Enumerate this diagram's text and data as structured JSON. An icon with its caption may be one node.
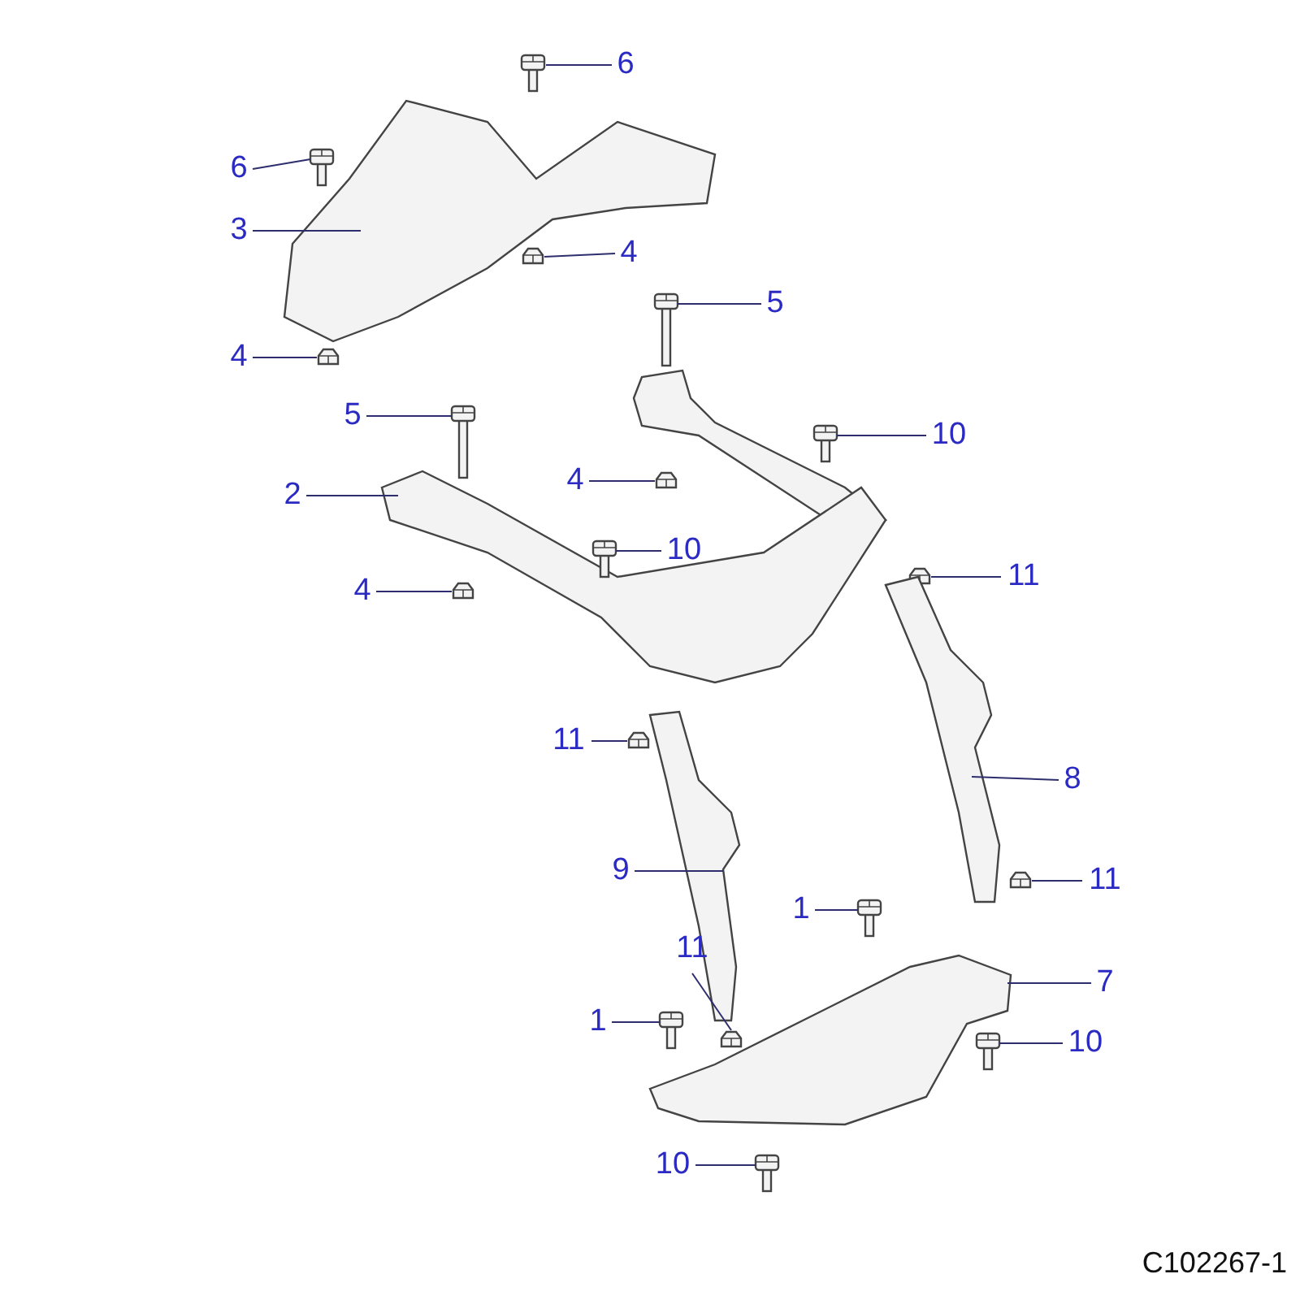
{
  "diagram": {
    "nodes": [
      {
        "text": [
          "6"
        ]
      },
      {
        "text": [
          "6"
        ]
      },
      {
        "text": [
          "3"
        ]
      },
      {
        "text": [
          "4"
        ]
      },
      {
        "text": [
          "4"
        ]
      },
      {
        "text": [
          "5"
        ]
      },
      {
        "text": [
          "5"
        ]
      },
      {
        "text": [
          "10"
        ]
      },
      {
        "text": [
          "2"
        ]
      },
      {
        "text": [
          "4"
        ]
      },
      {
        "text": [
          "10"
        ]
      },
      {
        "text": [
          "4"
        ]
      },
      {
        "text": [
          "11"
        ]
      },
      {
        "text": [
          "11"
        ]
      },
      {
        "text": [
          "8"
        ]
      },
      {
        "text": [
          "9"
        ]
      },
      {
        "text": [
          "1"
        ]
      },
      {
        "text": [
          "11"
        ]
      },
      {
        "text": [
          "11"
        ]
      },
      {
        "text": [
          "7"
        ]
      },
      {
        "text": [
          "1"
        ]
      },
      {
        "text": [
          "10"
        ]
      },
      {
        "text": [
          "10"
        ]
      },
      {
        "text": [],
        "shape": "picture"
      },
      {
        "text": [],
        "shape": "picture"
      },
      {
        "text": [],
        "shape": "picture"
      },
      {
        "text": [],
        "shape": "picture"
      },
      {
        "text": [],
        "shape": "picture"
      },
      {
        "text": [],
        "shape": "picture"
      },
      {
        "text": [],
        "shape": "picture"
      },
      {
        "text": [],
        "shape": "picture"
      },
      {
        "text": [],
        "shape": "picture"
      },
      {
        "text": [],
        "shape": "picture"
      },
      {
        "text": [],
        "shape": "picture"
      },
      {
        "text": [],
        "shape": "picture"
      },
      {
        "text": [],
        "shape": "picture"
      },
      {
        "text": [],
        "shape": "picture"
      },
      {
        "text": [],
        "shape": "picture"
      },
      {
        "text": [],
        "shape": "picture"
      },
      {
        "text": [],
        "shape": "picture"
      },
      {
        "text": [],
        "shape": "picture"
      },
      {
        "text": [],
        "shape": "picture"
      },
      {
        "text": [],
        "shape": "picture"
      },
      {
        "text": [],
        "shape": "picture"
      },
      {
        "text": [],
        "shape": "picture"
      },
      {
        "text": [],
        "shape": "picture"
      }
    ],
    "edges": [
      {
        "from": 0,
        "to": 23,
        "arrow": "none"
      },
      {
        "from": 1,
        "to": 24,
        "arrow": "none"
      },
      {
        "from": 2,
        "to": 25,
        "arrow": "none"
      },
      {
        "from": 3,
        "to": 26,
        "arrow": "none"
      },
      {
        "from": 4,
        "to": 27,
        "arrow": "none"
      },
      {
        "from": 5,
        "to": 28,
        "arrow": "none"
      },
      {
        "from": 6,
        "to": 29,
        "arrow": "none"
      },
      {
        "from": 7,
        "to": 30,
        "arrow": "none"
      },
      {
        "from": 8,
        "to": 31,
        "arrow": "none"
      },
      {
        "from": 9,
        "to": 32,
        "arrow": "none"
      },
      {
        "from": 10,
        "to": 33,
        "arrow": "none"
      },
      {
        "from": 11,
        "to": 34,
        "arrow": "none"
      },
      {
        "from": 12,
        "to": 35,
        "arrow": "none"
      },
      {
        "from": 13,
        "to": 36,
        "arrow": "none"
      },
      {
        "from": 14,
        "to": 37,
        "arrow": "none"
      },
      {
        "from": 15,
        "to": 38,
        "arrow": "none"
      },
      {
        "from": 16,
        "to": 39,
        "arrow": "none"
      },
      {
        "from": 17,
        "to": 40,
        "arrow": "none"
      },
      {
        "from": 18,
        "to": 41,
        "arrow": "none"
      },
      {
        "from": 19,
        "to": 42,
        "arrow": "none"
      },
      {
        "from": 20,
        "to": 43,
        "arrow": "none"
      },
      {
        "from": 21,
        "to": 44,
        "arrow": "none"
      },
      {
        "from": 22,
        "to": 45,
        "arrow": "none"
      }
    ],
    "labels": [
      "C102267-1"
    ]
  }
}
